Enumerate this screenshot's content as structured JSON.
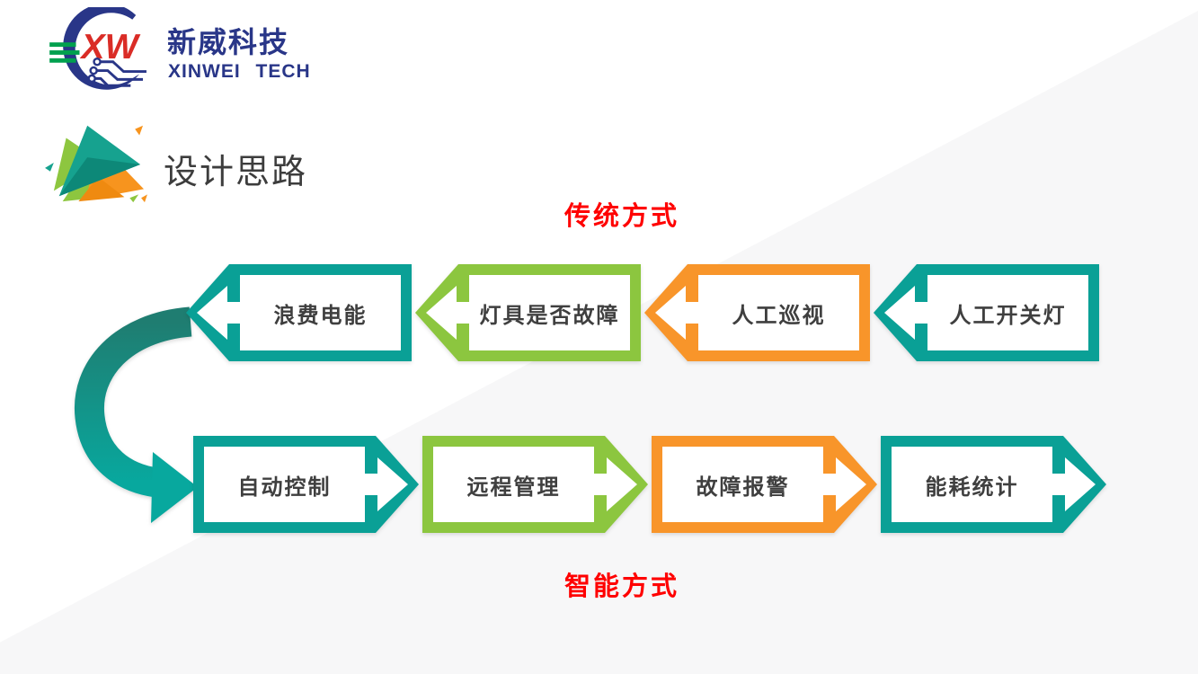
{
  "slide": {
    "background": "#ffffff",
    "wedge_color": "#f7f7f8"
  },
  "logo": {
    "monogram": "XW",
    "company_cn": "新威科技",
    "company_en": "XINWEI TECH",
    "colors": {
      "navy": "#293688",
      "red": "#da2c26",
      "green": "#00a04e"
    }
  },
  "header": {
    "title": "设计思路"
  },
  "flow": {
    "labels": {
      "traditional": "传统方式",
      "smart": "智能方式",
      "label_color": "#ff0000"
    },
    "palette": {
      "teal": "#0aa096",
      "green": "#8cc63f",
      "orange": "#f8952a"
    },
    "traditional_row": [
      {
        "label": "浪费电能",
        "color": "teal"
      },
      {
        "label": "灯具是否故障",
        "color": "green"
      },
      {
        "label": "人工巡视",
        "color": "orange"
      },
      {
        "label": "人工开关灯",
        "color": "teal"
      }
    ],
    "smart_row": [
      {
        "label": "自动控制",
        "color": "teal"
      },
      {
        "label": "远程管理",
        "color": "green"
      },
      {
        "label": "故障报警",
        "color": "orange"
      },
      {
        "label": "能耗统计",
        "color": "teal"
      }
    ]
  }
}
